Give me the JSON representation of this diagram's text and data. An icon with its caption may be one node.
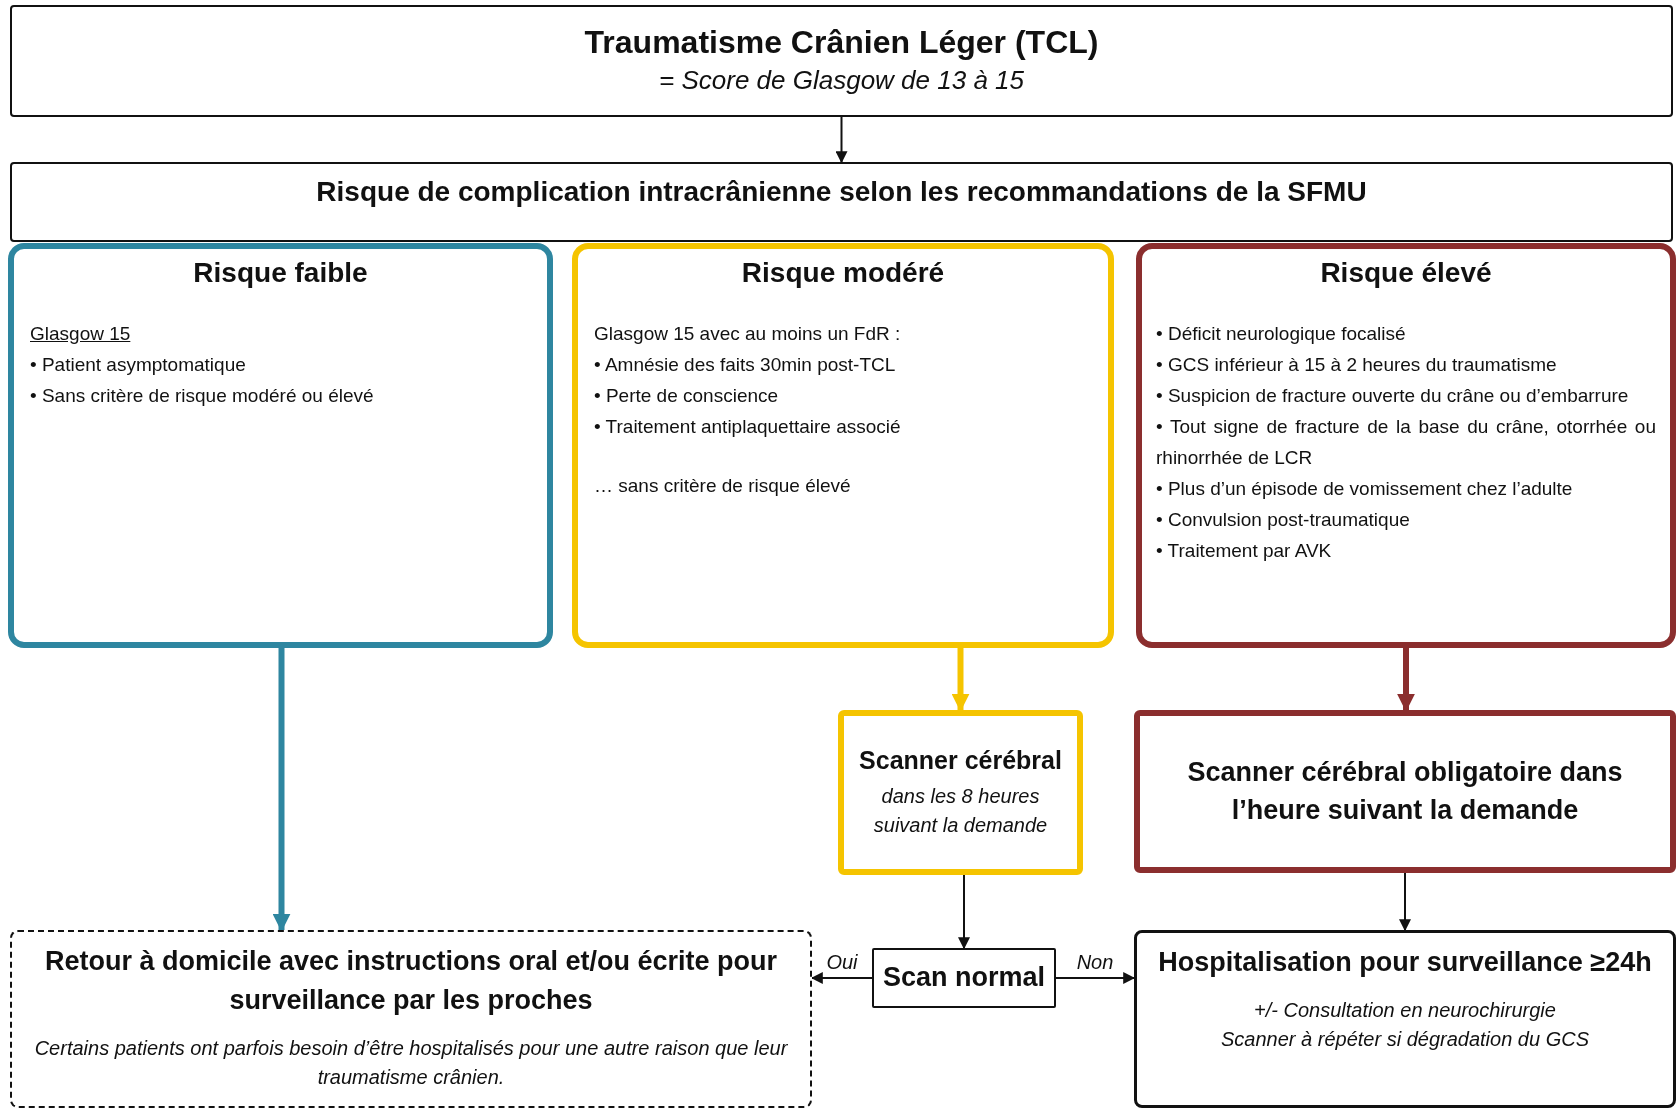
{
  "diagram": {
    "nodes": [
      {
        "text": [
          "Traumatisme Crânien Léger (TCL)",
          "= Score de Glasgow de 13 à 15"
        ]
      },
      {
        "text": [
          "Risque de complication intracrânienne selon les recommandations de la SFMU"
        ]
      },
      {
        "text": [
          "Risque faible",
          "Glasgow 15",
          "• Patient asymptomatique",
          "• Sans critère de risque modéré ou élevé"
        ]
      },
      {
        "text": [
          "Risque modéré",
          "Glasgow 15 avec au moins un FdR :",
          "• Amnésie des faits 30min post-TCL",
          "• Perte de conscience",
          "• Traitement antiplaquettaire associé",
          "… sans critère de risque élevé"
        ]
      },
      {
        "text": [
          "Risque élevé",
          "• Déficit neurologique focalisé",
          "• GCS inférieur à 15 à 2 heures du traumatisme",
          "• Suspicion de fracture ouverte du crâne ou d’embarrure",
          "• Tout signe de fracture de la base du crâne, otorrhée ou rhinorrhée de LCR",
          "• Plus d’un épisode de vomissement chez l’adulte",
          "• Convulsion post-traumatique",
          "• Traitement par AVK"
        ]
      },
      {
        "text": [
          "Scanner cérébral",
          "dans les 8 heures suivant la demande"
        ]
      },
      {
        "text": [
          "Scanner cérébral obligatoire dans l’heure suivant la demande"
        ]
      },
      {
        "text": [
          "Retour à domicile avec instructions oral et/ou écrite pour surveillance par les proches",
          "Certains patients ont parfois besoin d’être hospitalisés pour une autre raison que leur traumatisme crânien."
        ]
      },
      {
        "text": [
          "Scan normal"
        ]
      },
      {
        "text": [
          "Hospitalisation pour surveillance ≥24h",
          "+/- Consultation en neurochirurgie",
          "Scanner à répéter si dégradation du GCS"
        ]
      }
    ],
    "edges": [
      {
        "from": 0,
        "to": 1,
        "arrow": "to"
      },
      {
        "from": 2,
        "to": 7,
        "arrow": "to",
        "style": "thick",
        "color": "#2e86a0"
      },
      {
        "from": 3,
        "to": 5,
        "arrow": "to",
        "style": "thick",
        "color": "#f5c400"
      },
      {
        "from": 4,
        "to": 6,
        "arrow": "to",
        "style": "thick",
        "color": "#8b2e2e"
      },
      {
        "from": 5,
        "to": 8,
        "arrow": "to"
      },
      {
        "from": 6,
        "to": 9,
        "arrow": "to"
      },
      {
        "from": 8,
        "to": 7,
        "arrow": "to",
        "label": "Oui"
      },
      {
        "from": 8,
        "to": 9,
        "arrow": "to",
        "label": "Non"
      }
    ]
  }
}
